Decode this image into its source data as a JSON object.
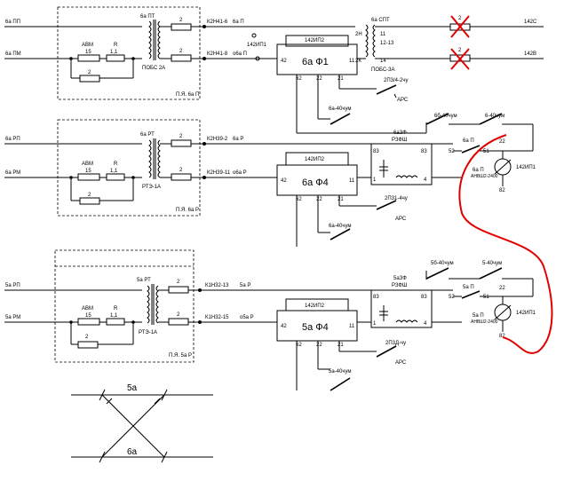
{
  "schematic": {
    "sec1": {
      "bus_top": "6а ПП",
      "bus_bot": "6а ПМ",
      "avm": "АВМ",
      "avm_val": "15",
      "r": "R",
      "r_val": "1,1",
      "res2a": "2",
      "res2b": "2",
      "res2c": "2",
      "trans_label": "6а ПТ",
      "trans_device": "ПОБС 2А",
      "panel": "П.Я. 6а П",
      "term1": "К2Н41-6",
      "term2": "К2Н41-8",
      "wire1": "6а П",
      "wire2": "о6а П",
      "wire_mid": "142ИП1",
      "block": "6а Ф1",
      "block_code": "142ИП2",
      "pin42": "42",
      "pin11": "11",
      "pin62": "62",
      "pin22": "22",
      "pin21": "21",
      "spt": "6а СПТ",
      "spt_2h": "2Н",
      "spt_11": "11",
      "spt_1213": "12-13",
      "spt_2k": "2К",
      "spt_14": "14",
      "spt_device": "ПОБС-3А",
      "fuse1": "2",
      "fuse2": "2",
      "out1": "142С",
      "out2": "142В",
      "sw1": "2П3/4-2чу",
      "aps": "АРС",
      "sw2": "6а-40чум",
      "sw3": "6б-40чум",
      "sw4": "6-40чум"
    },
    "sec2": {
      "bus_top": "6а РП",
      "bus_bot": "6а РМ",
      "avm": "АВМ",
      "avm_val": "15",
      "r": "R",
      "r_val": "1,1",
      "res2a": "2",
      "res2b": "2",
      "res2c": "2",
      "trans_label": "6а РТ",
      "trans_device": "РТЭ-1А",
      "panel": "П.Я. 6а Р",
      "term1": "К2Н39-2",
      "term2": "К2Н39-11",
      "wire1": "6а Р",
      "wire2": "о6а Р",
      "block": "6а Ф4",
      "block_code": "142ИП2",
      "pin42": "42",
      "pin11": "11",
      "pin62": "62",
      "pin22": "22",
      "pin21": "21",
      "rzf_label": "6аЗФ",
      "rzf": "РЗФШ",
      "rzf_83a": "83",
      "rzf_83b": "83",
      "rzf_1": "1",
      "rzf_4": "4",
      "sw1": "2П31-4чу",
      "aps": "АРС",
      "sw2": "6а-40чум",
      "p_label": "6а П",
      "p52": "52",
      "p51": "51",
      "p22": "22",
      "meter_label": "6а П",
      "meter_code": "АНВШ2-2400",
      "meter_ip": "142ИП1",
      "m82": "82"
    },
    "sec3": {
      "bus_top": "5а РП",
      "bus_bot": "5а РМ",
      "avm": "АВМ",
      "avm_val": "15",
      "r": "R",
      "r_val": "1,1",
      "res2a": "2",
      "res2b": "2",
      "res2c": "2",
      "trans_label": "5а РТ",
      "trans_device": "РТЭ-1А",
      "panel": "П.Я. 5а Р",
      "term1": "К1Н32-13",
      "term2": "К1Н32-15",
      "wire1": "5а Р",
      "wire2": "о5а Р",
      "block": "5а Ф4",
      "block_code": "142ИП2",
      "pin42": "42",
      "pin11": "11",
      "pin62": "62",
      "pin22": "22",
      "pin21": "21",
      "rzf_label": "5аЗФ",
      "rzf": "РЗФШ",
      "rzf_83a": "83",
      "rzf_83b": "83",
      "rzf_1": "1",
      "rzf_4": "4",
      "sw1": "2П3Д-чу",
      "aps": "АРС",
      "sw2": "5а-40чум",
      "sw3": "5б-40чум",
      "sw4": "5-40чум",
      "p_label": "5а П",
      "p52": "52",
      "p51": "51",
      "p22": "22",
      "meter_label": "5а П",
      "meter_code": "АНВШ2-2400",
      "meter_ip": "142ИП1",
      "m82": "82"
    },
    "sec2_top": {
      "sw3": "6б-40чум",
      "sw4": "6-40чум"
    },
    "cross": {
      "top": "5а",
      "bottom": "6а"
    }
  }
}
